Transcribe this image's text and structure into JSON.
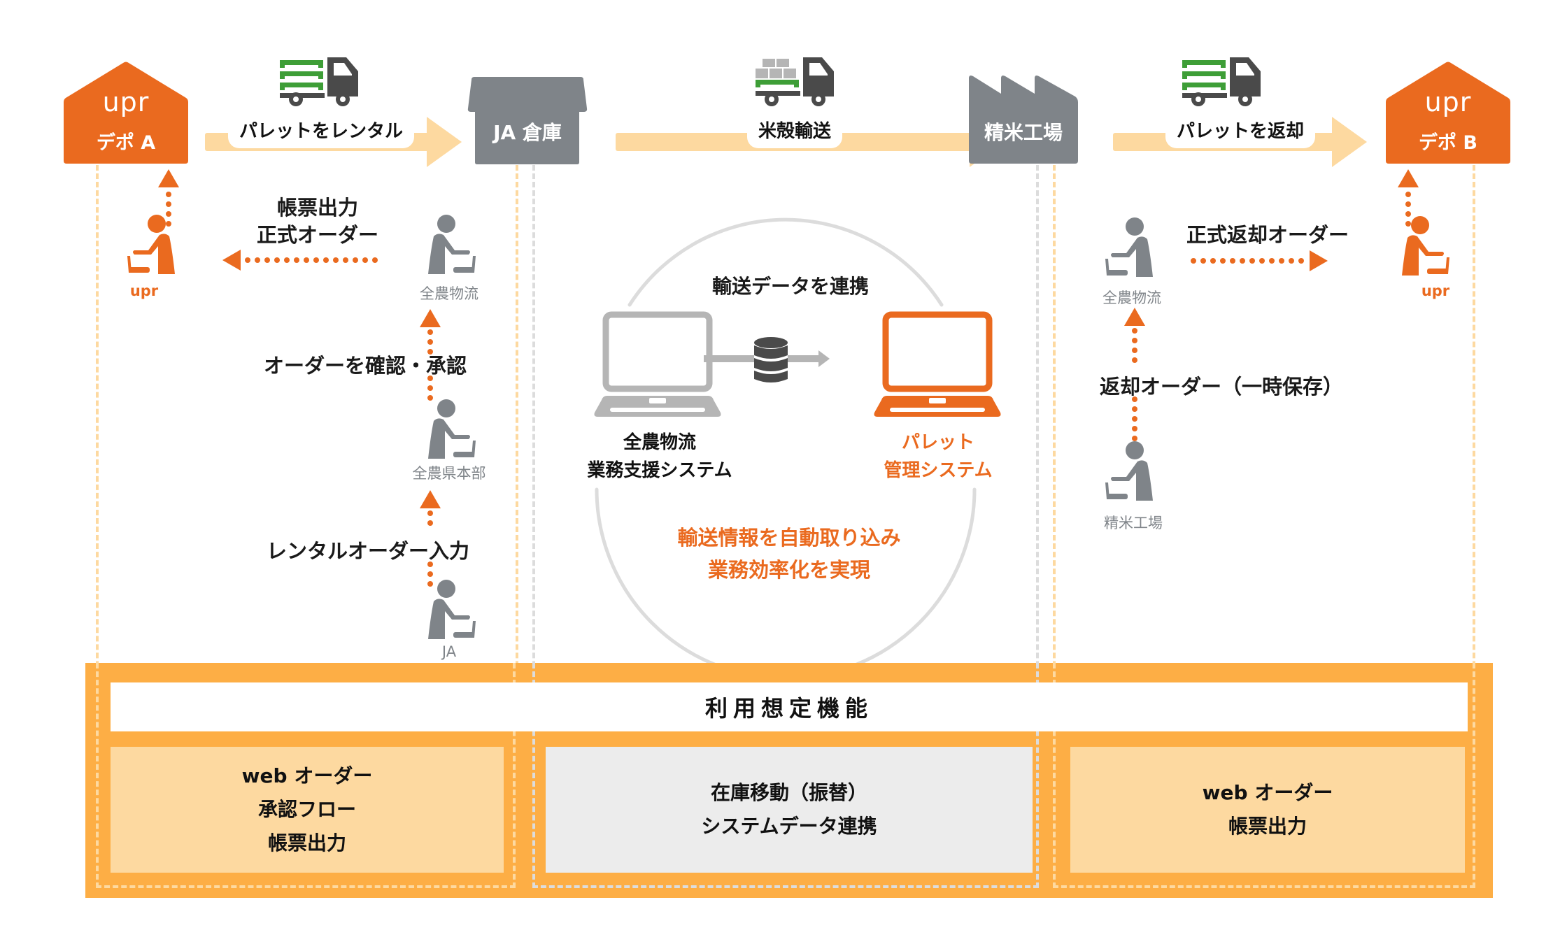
{
  "colors": {
    "brand_orange": "#ea6a1f",
    "flow_peach": "#fdd9a0",
    "panel_orange": "#fdae45",
    "building_gray": "#7f8489",
    "pallet_green": "#3e9e37",
    "truck_dark": "#4a4a4a",
    "system_gray_box": "#ececec"
  },
  "nodes": {
    "depot_a": {
      "logo": "upr",
      "label": "デポ A"
    },
    "ja_warehouse": {
      "label": "JA 倉庫"
    },
    "rice_mill": {
      "label": "精米工場"
    },
    "depot_b": {
      "logo": "upr",
      "label": "デポ B"
    }
  },
  "flows": [
    {
      "label": "パレットをレンタル",
      "icon": "truck-with-pallets-icon"
    },
    {
      "label": "米殻輸送",
      "icon": "truck-with-rice-bags-icon"
    },
    {
      "label": "パレットを返却",
      "icon": "truck-with-pallets-icon"
    }
  ],
  "left_section": {
    "actors": {
      "upr": "upr",
      "zennoh_logistics": "全農物流",
      "zennoh_prefecture": "全農県本部",
      "ja": "JA"
    },
    "steps": {
      "voucher_line1": "帳票出力",
      "voucher_line2": "正式オーダー",
      "confirm_approve": "オーダーを確認・承認",
      "rental_order_input": "レンタルオーダー入力"
    }
  },
  "center_section": {
    "link_title": "輸送データを連携",
    "system_left": {
      "line1": "全農物流",
      "line2": "業務支援システム"
    },
    "system_right": {
      "line1": "パレット",
      "line2": "管理システム"
    },
    "benefit_line1": "輸送情報を自動取り込み",
    "benefit_line2": "業務効率化を実現"
  },
  "right_section": {
    "actors": {
      "zennoh_logistics": "全農物流",
      "upr": "upr",
      "rice_mill": "精米工場"
    },
    "steps": {
      "formal_return_order": "正式返却オーダー",
      "return_order_temp": "返却オーダー（一時保存）"
    }
  },
  "features_panel": {
    "title": "利用想定機能",
    "boxes": [
      {
        "lines": [
          "web オーダー",
          "承認フロー",
          "帳票出力"
        ]
      },
      {
        "lines": [
          "在庫移動（振替）",
          "システムデータ連携"
        ]
      },
      {
        "lines": [
          "web オーダー",
          "帳票出力"
        ]
      }
    ]
  }
}
